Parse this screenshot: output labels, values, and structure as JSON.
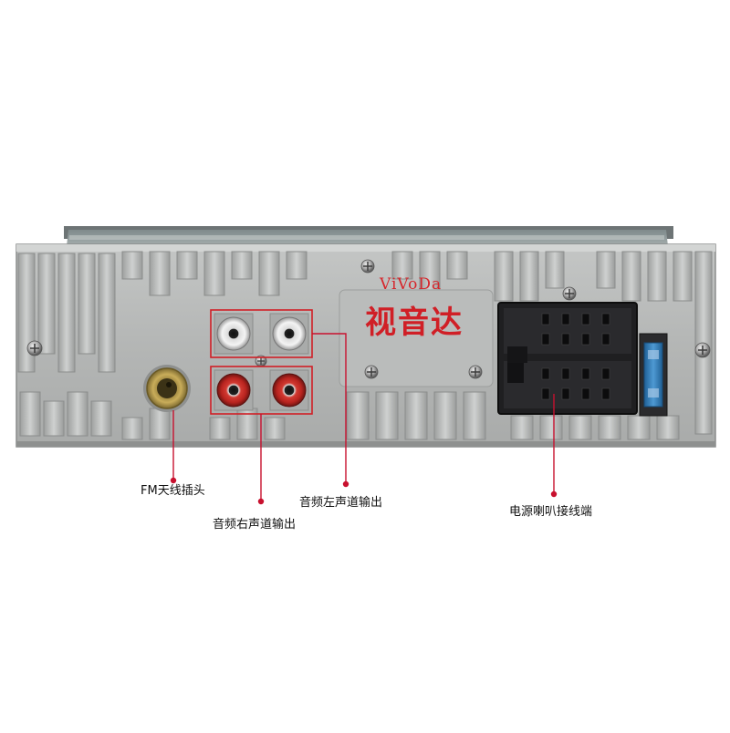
{
  "watermark": {
    "latin": "ViVoDa",
    "cjk": "视音达",
    "color": "#d01f26"
  },
  "callouts": {
    "fm_antenna": "FM天线插头",
    "audio_left": "音频左声道输出",
    "audio_right": "音频右声道输出",
    "power_speaker": "电源喇叭接线端"
  },
  "colors": {
    "chassis": "#b6b8b7",
    "chassis_dark": "#8f9190",
    "frame_highlight": "#d01f26",
    "leader_line": "#c8102e",
    "rca_white": "#e9e9e9",
    "rca_red": "#c92a2a",
    "connector": "#1d1d1f",
    "fuse": "#2f7fbf",
    "antenna_socket": "#b59a4a"
  }
}
